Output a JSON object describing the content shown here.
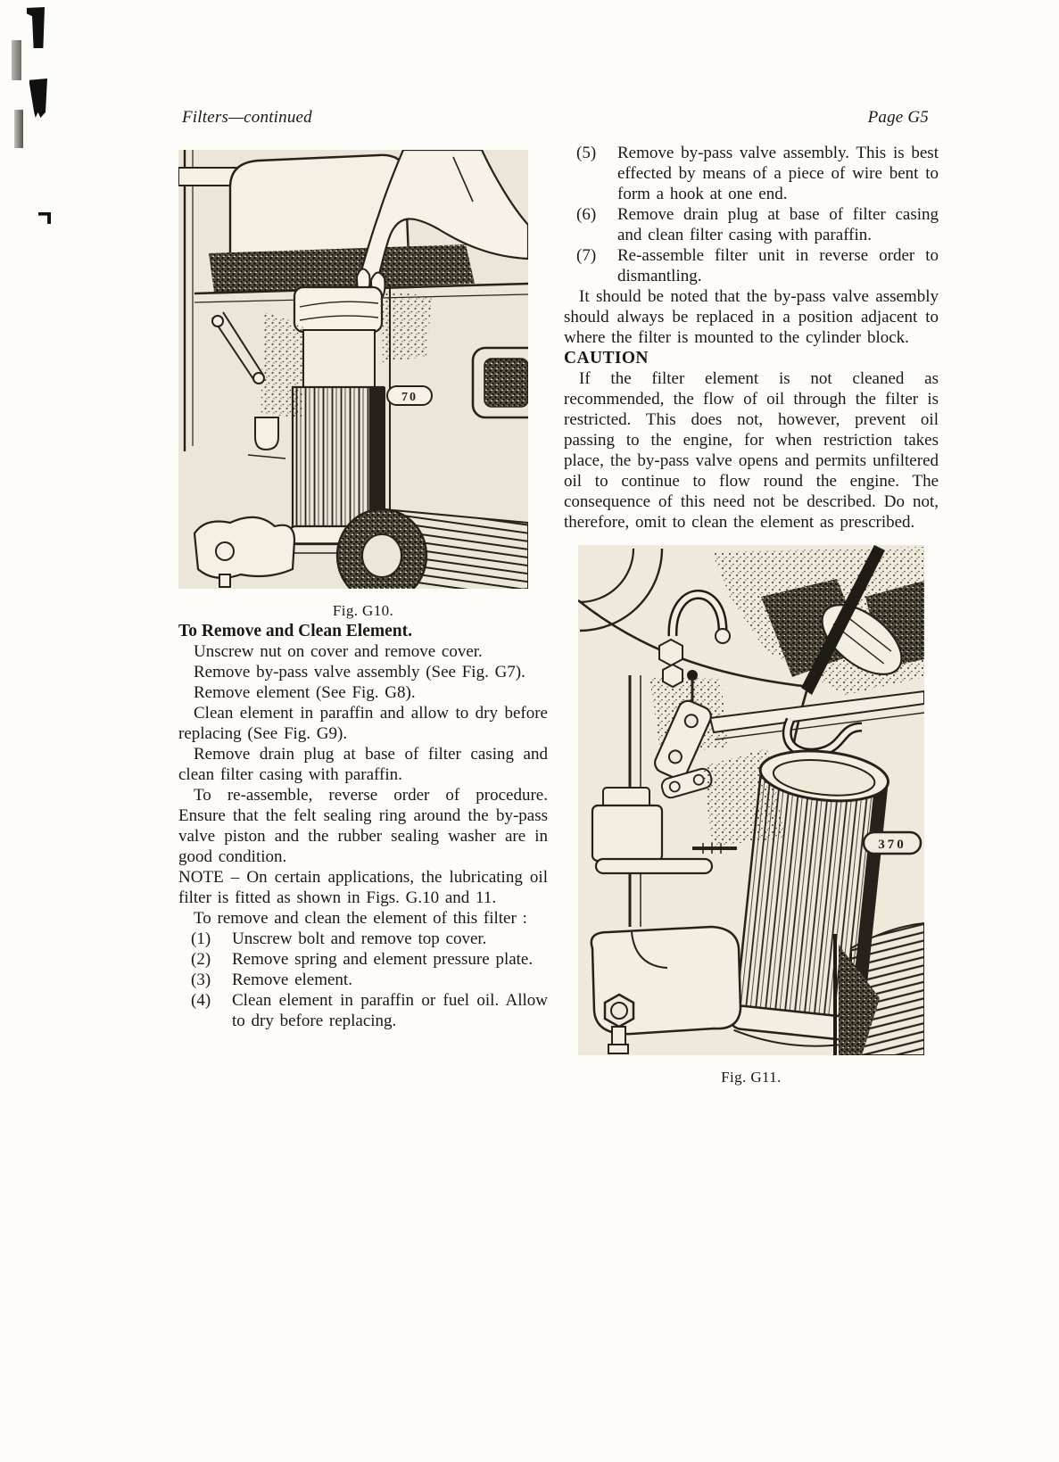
{
  "header": {
    "left": "Filters—continued",
    "right": "Page G5"
  },
  "left_column": {
    "figure_g10": {
      "caption": "Fig. G10.",
      "tag_label": "70"
    },
    "section_heading": "To Remove and Clean Element.",
    "para_unscrew": "Unscrew nut on cover and remove cover.",
    "para_bypass": "Remove by-pass valve assembly (See Fig. G7).",
    "para_element": "Remove element (See Fig. G8).",
    "para_clean": "Clean element in paraffin and allow to dry before replacing (See Fig. G9).",
    "para_drain": "Remove drain plug at base of filter casing and clean filter casing with paraffin.",
    "para_reassemble": "To re-assemble, reverse order of procedure. Ensure that the felt sealing ring around the by-pass valve piston and the rubber sealing washer are in good condition.",
    "note": "NOTE – On certain applications, the lubricating oil filter is fitted as shown in Figs. G.10 and 11.",
    "list_intro": "To remove and clean the element of this filter :",
    "numbered_items": [
      {
        "num": "(1)",
        "text": "Unscrew bolt and remove top cover."
      },
      {
        "num": "(2)",
        "text": "Remove spring and element pressure plate."
      },
      {
        "num": "(3)",
        "text": "Remove element."
      },
      {
        "num": "(4)",
        "text": "Clean element in paraffin or fuel oil. Allow to dry before replacing."
      }
    ]
  },
  "right_column": {
    "numbered_items": [
      {
        "num": "(5)",
        "text": "Remove by-pass valve assembly. This is best effected by means of a piece of wire bent to form a hook at one end."
      },
      {
        "num": "(6)",
        "text": "Remove drain plug at base of filter casing and clean filter casing with paraffin."
      },
      {
        "num": "(7)",
        "text": "Re-assemble filter unit in reverse order to dismantling."
      }
    ],
    "para_noted": "It should be noted that the by-pass valve assembly should always be replaced in a position adjacent to where the filter is mounted to the cylinder block.",
    "caution_heading": "CAUTION",
    "caution_para": "If the filter element is not cleaned as recommended, the flow of oil through the filter is restricted. This does not, however, prevent oil passing to the engine, for when restriction takes place, the by-pass valve opens and permits unfiltered oil to continue to flow round the engine. The consequence of this need not be described. Do not, therefore, omit to clean the element as prescribed.",
    "figure_g11": {
      "caption": "Fig. G11.",
      "tag_label": "370"
    }
  }
}
